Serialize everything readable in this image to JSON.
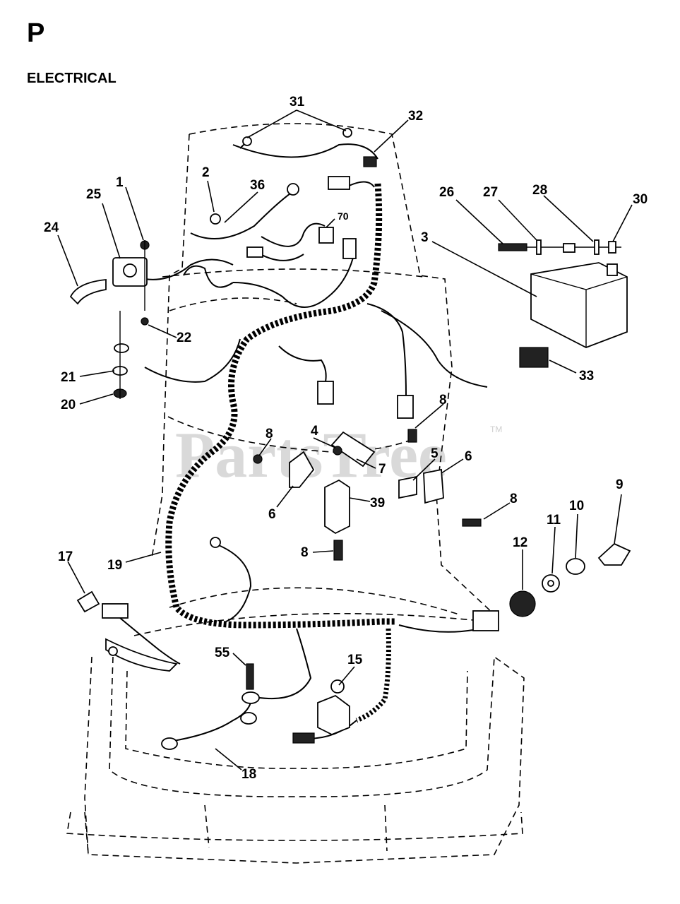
{
  "header": {
    "section_letter": "P",
    "section_title": "ELECTRICAL"
  },
  "watermark": {
    "text": "PartsTree",
    "trademark": "TM"
  },
  "callouts": [
    "31",
    "32",
    "2",
    "36",
    "70",
    "25",
    "1",
    "24",
    "26",
    "27",
    "28",
    "30",
    "3",
    "22",
    "21",
    "20",
    "33",
    "8",
    "4",
    "7",
    "5",
    "6",
    "39",
    "17",
    "19",
    "12",
    "11",
    "10",
    "9",
    "55",
    "15",
    "18"
  ]
}
